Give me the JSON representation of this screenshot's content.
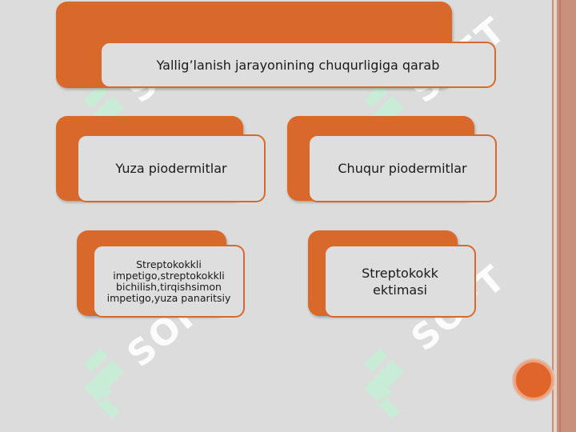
{
  "diagram": {
    "root_label": "Yallig’lanish jarayonining chuqurligiga qarab",
    "left_branch_label": "Yuza piodermitlar",
    "right_branch_label": "Chuqur piodermitlar",
    "left_child_label": "Streptokokkli impetigo,streptokokkli bichilish,tirqishsimon impetigo,yuza panaritsiy",
    "right_child_label": "Streptokokk ektimasi"
  },
  "watermark": {
    "text": "SOFT"
  },
  "colors": {
    "accent": "#d9692a",
    "background": "#dcdcdc",
    "border_strip": "#c9907b",
    "watermark_mark": "#c8ecd5"
  },
  "icons": {
    "watermark_logo": "soft-logo-icon",
    "corner_dot": "orange-circle-icon"
  }
}
